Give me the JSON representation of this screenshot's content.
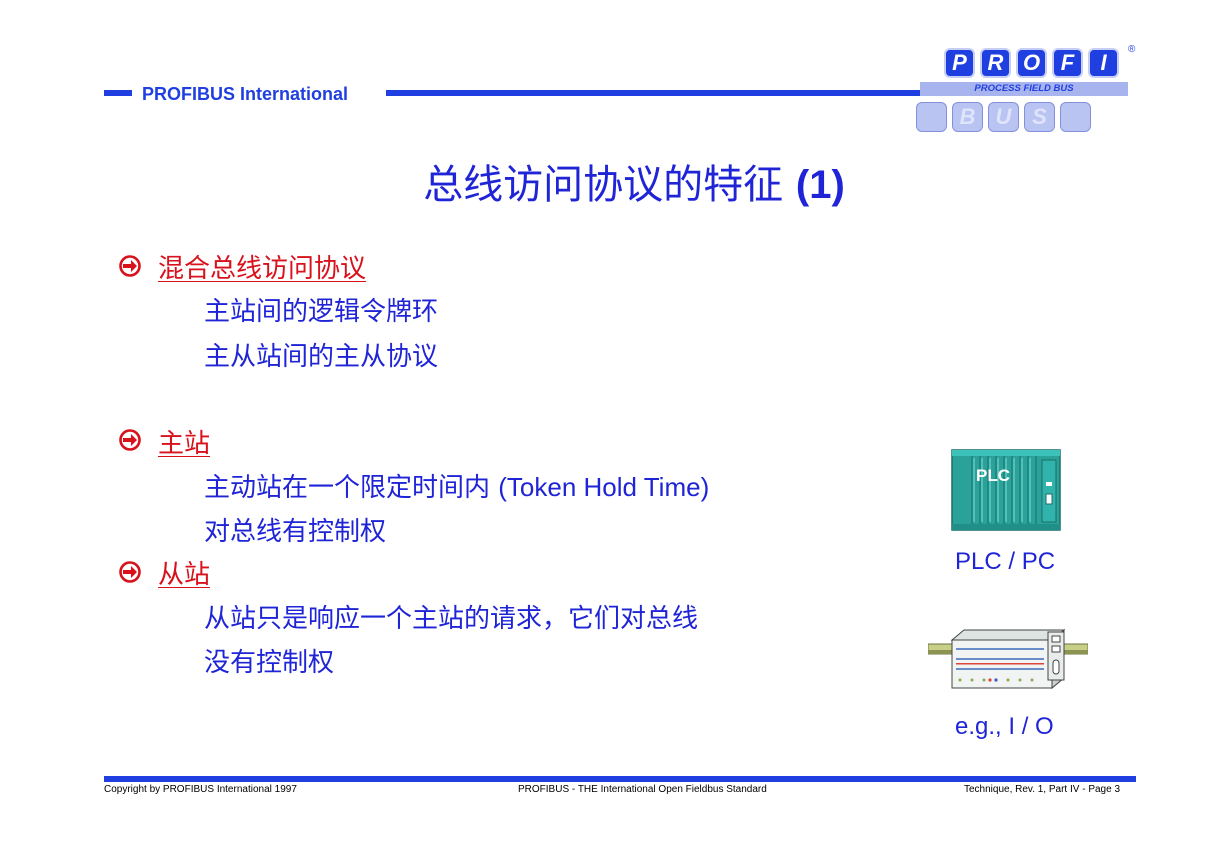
{
  "header": {
    "organization": "PROFIBUS International"
  },
  "logo": {
    "top_letters": [
      "P",
      "R",
      "O",
      "F",
      "I"
    ],
    "band_text": "PROCESS FIELD BUS",
    "bottom_letters": [
      "B",
      "U",
      "S",
      ""
    ],
    "registered_mark": "®"
  },
  "slide": {
    "title_cn": "总线访问协议的特征",
    "title_num": "(1)"
  },
  "sections": [
    {
      "heading": "混合总线访问协议",
      "lines": [
        {
          "cn": "主站间的逻辑令牌环",
          "latin": ""
        },
        {
          "cn": "主从站间的主从协议",
          "latin": ""
        }
      ]
    },
    {
      "heading": "主站",
      "lines": [
        {
          "cn": "主动站在一个限定时间内 ",
          "latin": "(Token Hold Time)"
        },
        {
          "cn": "对总线有控制权",
          "latin": ""
        }
      ]
    },
    {
      "heading": "从站",
      "lines": [
        {
          "cn": "从站只是响应一个主站的请求，它们对总线",
          "latin": ""
        },
        {
          "cn": "没有控制权",
          "latin": ""
        }
      ]
    }
  ],
  "devices": {
    "plc_badge": "PLC",
    "plc_caption": "PLC / PC",
    "io_caption": "e.g., I / O"
  },
  "colors": {
    "brand_blue": "#1f3fe0",
    "text_blue": "#1f24d6",
    "heading_red": "#d8111b",
    "plc_green": "#2aa29a"
  },
  "footer": {
    "copyright": "Copyright by PROFIBUS International 1997",
    "center": "PROFIBUS - THE International Open Fieldbus Standard",
    "page": "Technique, Rev. 1, Part IV - Page 3"
  }
}
